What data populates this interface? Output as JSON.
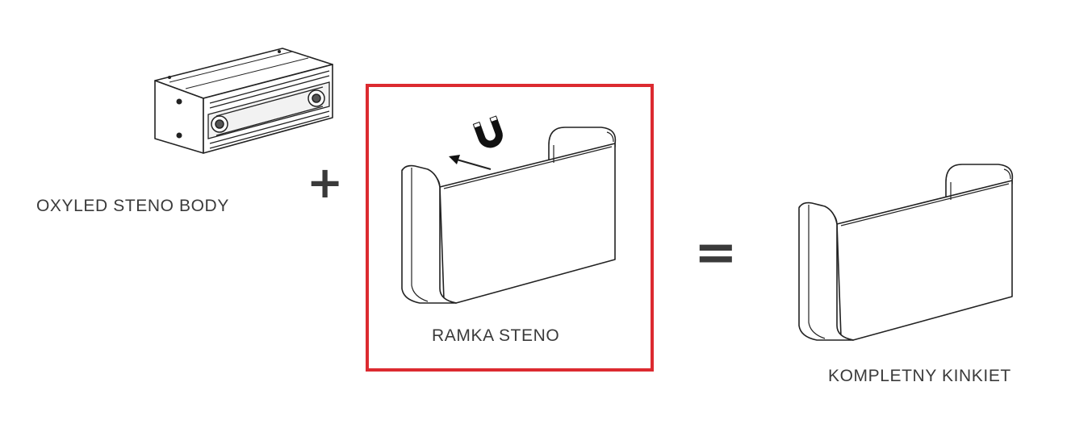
{
  "diagram": {
    "components": [
      {
        "id": "body",
        "label": "OXYLED STENO BODY",
        "icon": "led-housing-icon"
      },
      {
        "id": "frame",
        "label": "RAMKA STENO",
        "icon": "frame-icon",
        "highlighted": true
      },
      {
        "id": "complete",
        "label": "KOMPLETNY KINKIET",
        "icon": "frame-icon"
      }
    ],
    "operators": {
      "plus": "+",
      "equals": "="
    },
    "colors": {
      "highlight": "#dc2a30",
      "line": "#222222",
      "text": "#3a3a3a"
    },
    "magnet_icon": "magnet-icon",
    "arrow_icon": "arrow-left-icon"
  }
}
